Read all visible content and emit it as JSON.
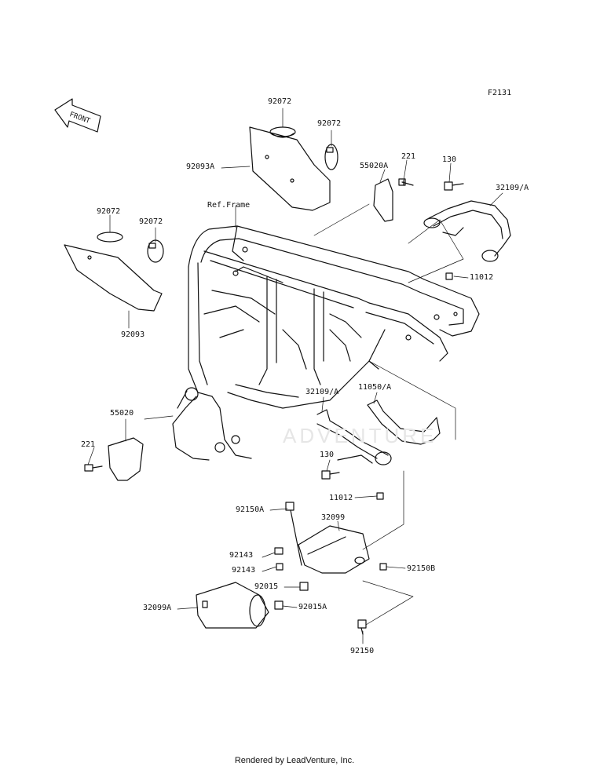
{
  "figure_code": "F2131",
  "front_arrow_text": "FRONT",
  "watermark_text": "ADVENTURE",
  "footer_text": "Rendered by LeadVenture, Inc.",
  "callouts": [
    {
      "id": "c1",
      "text": "92072"
    },
    {
      "id": "c2",
      "text": "92072"
    },
    {
      "id": "c3",
      "text": "92093A"
    },
    {
      "id": "c4",
      "text": "55020A"
    },
    {
      "id": "c5",
      "text": "221"
    },
    {
      "id": "c6",
      "text": "130"
    },
    {
      "id": "c7",
      "text": "32109/A"
    },
    {
      "id": "c8",
      "text": "Ref.Frame"
    },
    {
      "id": "c9",
      "text": "92072"
    },
    {
      "id": "c10",
      "text": "92072"
    },
    {
      "id": "c11",
      "text": "92093"
    },
    {
      "id": "c12",
      "text": "11012"
    },
    {
      "id": "c13",
      "text": "32109/A"
    },
    {
      "id": "c14",
      "text": "11050/A"
    },
    {
      "id": "c15",
      "text": "55020"
    },
    {
      "id": "c16",
      "text": "221"
    },
    {
      "id": "c17",
      "text": "130"
    },
    {
      "id": "c18",
      "text": "11012"
    },
    {
      "id": "c19",
      "text": "92150A"
    },
    {
      "id": "c20",
      "text": "32099"
    },
    {
      "id": "c21",
      "text": "92143"
    },
    {
      "id": "c22",
      "text": "92143"
    },
    {
      "id": "c23",
      "text": "92150B"
    },
    {
      "id": "c24",
      "text": "92015"
    },
    {
      "id": "c25",
      "text": "32099A"
    },
    {
      "id": "c26",
      "text": "92015A"
    },
    {
      "id": "c27",
      "text": "92150"
    }
  ]
}
